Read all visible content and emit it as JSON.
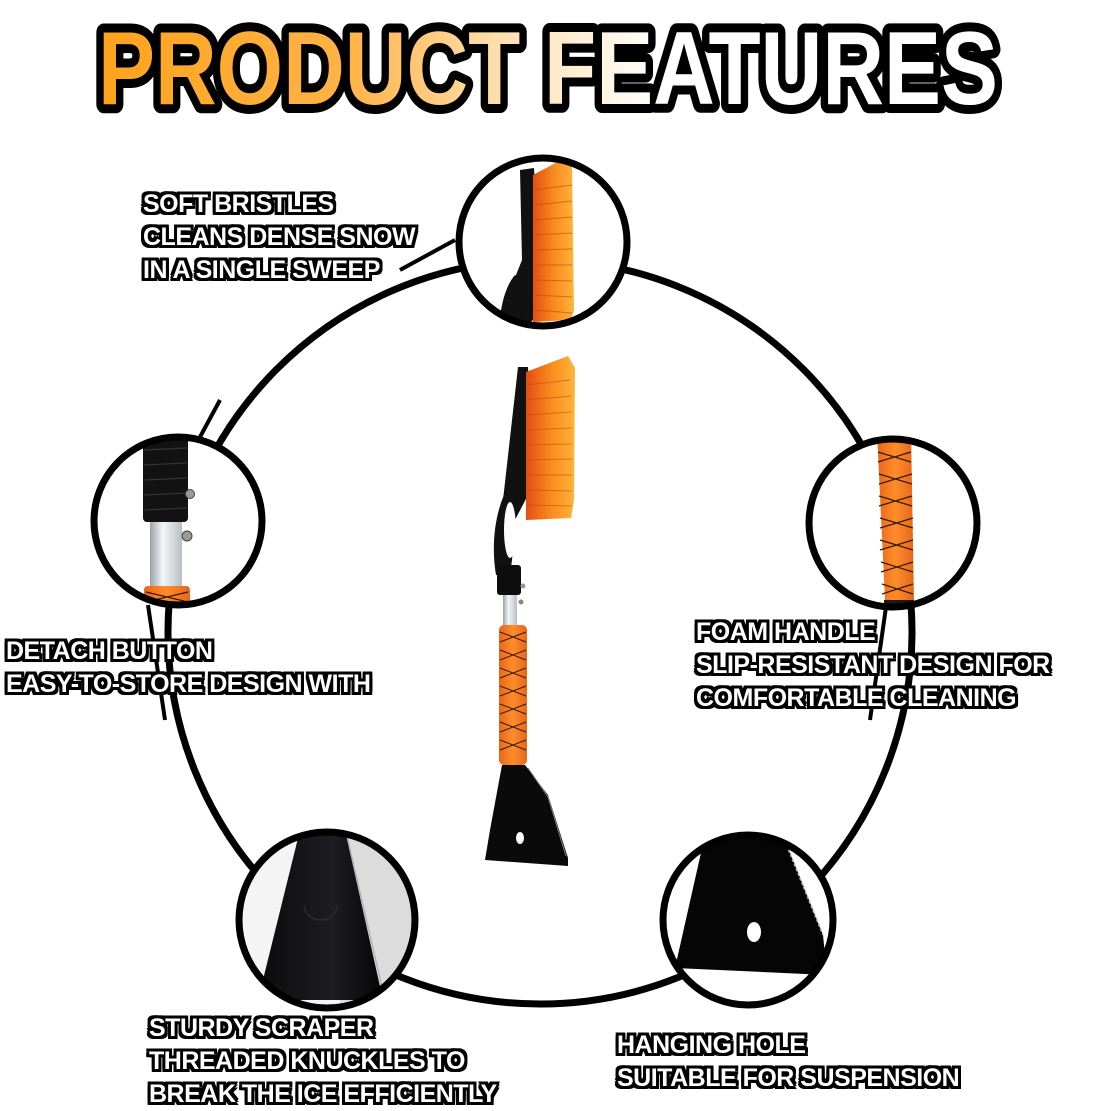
{
  "title": {
    "text_part1": "PRODUCT",
    "text_part2": "FEATURES",
    "gradient_start": "#FFA21A",
    "gradient_mid": "#FFE3B8",
    "gradient_end": "#FFFFFF",
    "outline": "#000000"
  },
  "colors": {
    "accent_orange": "#F97F1B",
    "bristle_orange": "#FFA21A",
    "plastic_black": "#111111",
    "aluminum": "#D8DDE0",
    "background": "#FFFFFF"
  },
  "features": [
    {
      "id": "soft-bristles",
      "icon": "brush-head-icon",
      "lines": [
        "SOFT BRISTLES",
        "CLEANS DENSE SNOW",
        "IN A SINGLE SWEEP"
      ]
    },
    {
      "id": "detach-button",
      "icon": "detach-button-icon",
      "lines": [
        "DETACH BUTTON",
        "EASY-TO-STORE DESIGN WITH"
      ]
    },
    {
      "id": "foam-handle",
      "icon": "foam-handle-icon",
      "lines": [
        "FOAM HANDLE",
        "SLIP-RESISTANT DESIGN FOR",
        "COMFORTABLE CLEANING"
      ]
    },
    {
      "id": "sturdy-scraper",
      "icon": "scraper-blade-icon",
      "lines": [
        "STURDY SCRAPER",
        "THREADED KNUCKLES TO",
        "BREAK THE ICE EFFICIENTLY"
      ]
    },
    {
      "id": "hanging-hole",
      "icon": "hanging-hole-icon",
      "lines": [
        "HANGING HOLE",
        "SUITABLE FOR SUSPENSION"
      ]
    }
  ]
}
